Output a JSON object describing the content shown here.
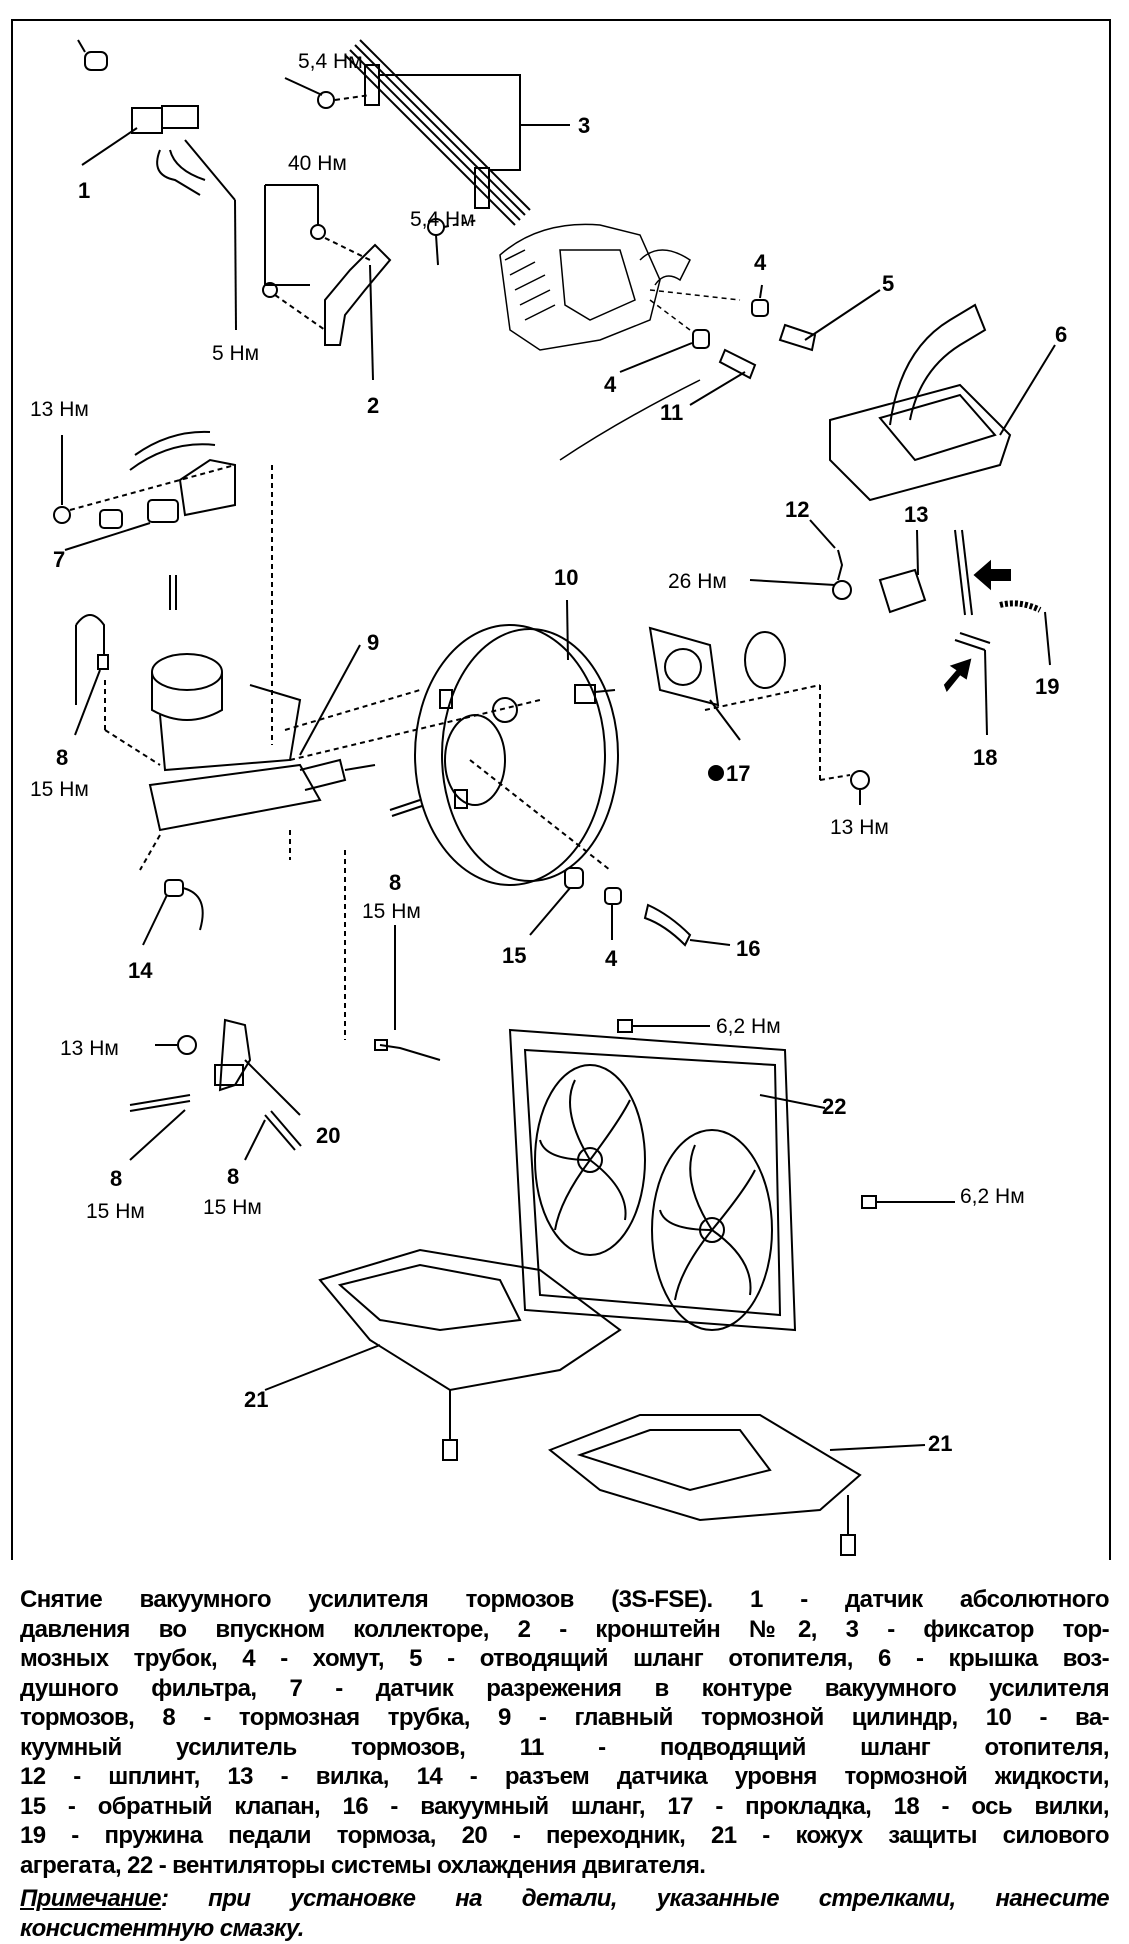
{
  "diagram": {
    "labels": {
      "t1": "5,4 Нм",
      "n3": "3",
      "n1": "1",
      "t2": "40 Нм",
      "t3": "5,4 Нм",
      "t4": "5 Нм",
      "n2": "2",
      "n4a": "4",
      "n5": "5",
      "n6": "6",
      "n4b": "4",
      "n11": "11",
      "t5": "13 Нм",
      "n7": "7",
      "n12": "12",
      "n13": "13",
      "n10": "10",
      "t6": "26 Нм",
      "n9": "9",
      "n19": "19",
      "n8a": "8",
      "t7": "15 Нм",
      "n17": "17",
      "n18": "18",
      "t8": "13 Нм",
      "n8b": "8",
      "t9": "15 Нм",
      "n15": "15",
      "n4c": "4",
      "n16": "16",
      "n14": "14",
      "t10": "6,2 Нм",
      "t11": "13 Нм",
      "n22": "22",
      "n20": "20",
      "n8c": "8",
      "t12": "15 Нм",
      "n8d": "8",
      "t13": "15 Нм",
      "t14": "6,2 Нм",
      "n21a": "21",
      "n21b": "21"
    },
    "arrow_marker_meaning": "lubrication-point-arrows"
  },
  "caption": {
    "lines": [
      "Снятие вакуумного усилителя тормозов (3S-FSE). 1 - датчик абсолютного",
      "давления во впускном коллекторе, 2 - кронштейн №2, 3 - фиксатор тор-",
      "мозных трубок, 4 - хомут, 5 - отводящий шланг отопителя, 6 - крышка воз-",
      "душного фильтра, 7 - датчик разрежения в контуре вакуумного усилителя",
      "тормозов, 8 - тормозная трубка, 9 - главный тормозной цилиндр, 10 - ва-",
      "куумный усилитель тормозов, 11 - подводящий шланг отопителя,",
      "12 - шплинт, 13 - вилка, 14 - разъем датчика уровня тормозной жидкости,",
      "15 - обратный клапан, 16 - вакуумный шланг, 17 - прокладка, 18 - ось вилки,",
      "19 - пружина педали тормоза, 20 - переходник, 21 - кожух защиты силового",
      "агрегата, 22 - вентиляторы системы охлаждения двигателя."
    ],
    "note_label": "Примечание",
    "note_text": ": при установке на детали, указанные стрелками, нанесите",
    "note_text2": "консистентную смазку."
  }
}
